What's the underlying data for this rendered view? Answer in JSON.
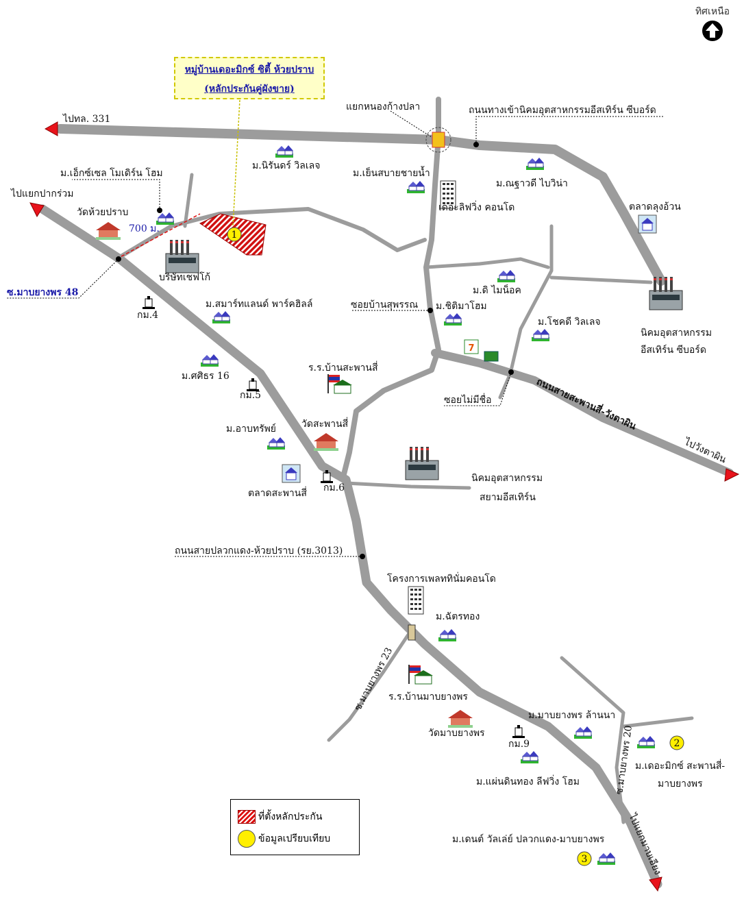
{
  "north": {
    "label": "ทิศเหนือ",
    "icon": "north-arrow-icon"
  },
  "callout": {
    "line1": "หมู่บ้านเดอะมิกซ์ ซิตี้ ห้วยปราบ",
    "line2": "(หลักประกันคู่ผังขาย)"
  },
  "roads": {
    "to_331": "ไปทล. 331",
    "to_pakruam": "ไปแยกปากร่วม",
    "to_wangtaphin": "ไปวังตาผิน",
    "road_eastern_seaboard": "ถนนทางเข้านิคมอุตสาหกรรมอีสเทิร์น ซีบอร์ด",
    "road_sapansi": "ถนนสายสะพานสี่-วังตาผิน",
    "road_3013": "ถนนสายปลวกแดง-ห้วยปราบ (รย.3013)",
    "soi_48": "ซ.มาบยางพร 48",
    "soi_23": "ซ.มาบยางพร 23",
    "soi_20": "ซ.มาบยางพร 20",
    "soi_ban_suphan": "ซอยบ้านสุพรรณ",
    "soi_no_name": "ซอยไม่มีชื่อ",
    "to_rayong": "ไปแยกมาบเอียง"
  },
  "places": {
    "junction": "แยกหนองก้างปลา",
    "niran": "ม.นิรันดร์ วิลเลจ",
    "yensabai": "ม.เย็นสบายชายน้ำ",
    "chatawadee": "ม.ณฐาวดี ไบวิน่า",
    "talad_lungaun": "ตลาดลุงอ้วน",
    "living_condo": "เดอะลิฟวิ่ง คอนโด",
    "excel": "ม.เอ็กซ์เซล โมเดิร์น โฮม",
    "wat_huaiprab": "วัดห้วยปราบ",
    "dist_700": "700 ม.",
    "company_chevron": "บริษัทเชฟโก้",
    "km4": "กม.4",
    "smartland": "ม.สมาร์ทแลนด์ พาร์คฮิลล์",
    "the_minoc": "ม.ดิ ไมน็อค",
    "chitima": "ม.ชิติมาโฮม",
    "chokdee": "ม.โชคดี วิลเลจ",
    "eastern_ie": "นิคมอุตสาหกรรม",
    "eastern_ie2": "อีสเทิร์น ซีบอร์ด",
    "sasithorn": "ม.ศศิธร 16",
    "km5": "กม.5",
    "school_sapansi": "ร.ร.บ้านสะพานสี่",
    "wat_sapansi": "วัดสะพานสี่",
    "arbsap": "ม.อาบทรัพย์",
    "talad_sapansi": "ตลาดสะพานสี่",
    "km6": "กม.6",
    "siam_ie": "นิคมอุตสาหกรรม",
    "siam_ie2": "สยามอีสเทิร์น",
    "plate_condo": "โครงการเพลททินั่มคอนโด",
    "chattong": "ม.ฉัตรทอง",
    "school_mabyangporn": "ร.ร.บ้านมาบยางพร",
    "wat_mabyangporn": "วัดมาบยางพร",
    "km9": "กม.9",
    "lanna": "ม.มาบยางพร ล้านนา",
    "pandin": "ม.แผ่นดินทอง ลีฟวิ่ง โฮม",
    "themix_sapansi": "ม.เดอะมิกซ์ สะพานสี่-",
    "themix_sapansi2": "มาบยางพร",
    "dent": "ม.เดนต์ วัลเล่ย์ ปลวกแดง-มาบยางพร"
  },
  "markers": {
    "m1": "1",
    "m2": "2",
    "m3": "3"
  },
  "legend": {
    "collateral": "ที่ตั้งหลักประกัน",
    "comparison": "ข้อมูลเปรียบเทียบ"
  },
  "colors": {
    "road": "#9c9c9c",
    "arrow": "#e8131b",
    "marker": "#ffef00",
    "collateral": "#d11111",
    "callout_bg": "#ffffc8",
    "text_blue": "#1a1aa8"
  }
}
